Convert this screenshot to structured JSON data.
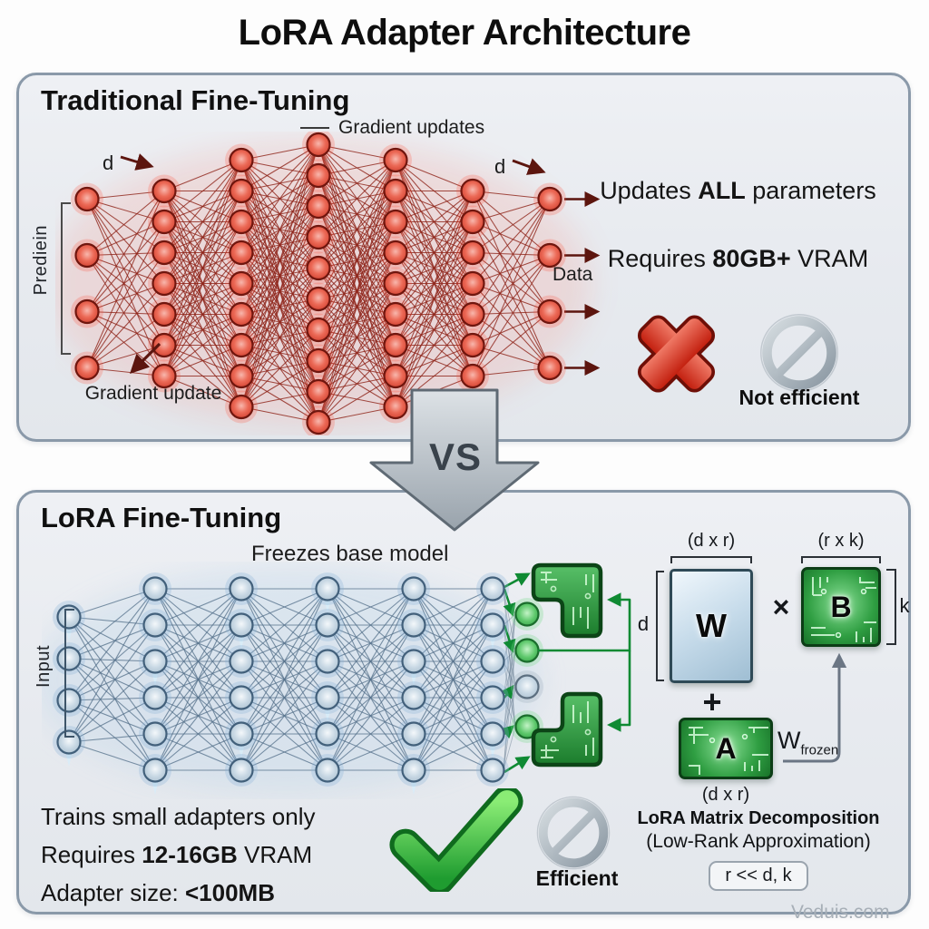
{
  "title": "LoRA Adapter Architecture",
  "vs_label": "VS",
  "watermark": "Veduis.com",
  "colors": {
    "red_edge": "#8e2318",
    "red_arrow": "#5c150e",
    "blue_edge": "#54708a",
    "green_arrow": "#0f8a33",
    "gray_arrow": "#6b7684",
    "panel_border": "#8a99a9",
    "accent_red": "#cf2b1c",
    "accent_green": "#28a03c"
  },
  "traditional": {
    "heading": "Traditional Fine-Tuning",
    "gradient_updates_label": "Gradient updates",
    "gradient_update_label": "Gradient update",
    "d_left": "d",
    "d_right": "d",
    "prediction_label": "Prediein",
    "data_label": "Data",
    "info1": {
      "pre": "Updates ",
      "bold": "ALL",
      "post": " parameters"
    },
    "info2": {
      "pre": "Requires ",
      "bold": "80GB+",
      "post": " VRAM"
    },
    "not_efficient_label": "Not efficient",
    "network": {
      "layers": [
        4,
        7,
        9,
        10,
        9,
        7,
        4
      ]
    }
  },
  "lora": {
    "heading": "LoRA Fine-Tuning",
    "freezes_label": "Freezes base model",
    "input_label": "Input",
    "efficient_label": "Efficient",
    "stat1": "Trains small adapters only",
    "stat2": {
      "pre": "Requires ",
      "bold": "12-16GB",
      "post": " VRAM"
    },
    "stat3": {
      "pre": "Adapter size: ",
      "bold": "<100MB",
      "post": ""
    },
    "network": {
      "layers": [
        4,
        6,
        6,
        6,
        6,
        6
      ],
      "adapter_nodes": [
        "green",
        "green",
        "gray",
        "green"
      ]
    },
    "decomposition": {
      "w_label": "W",
      "w_dims": "(d x r)",
      "d_label": "d",
      "times": "×",
      "b_label": "B",
      "b_dims": "(r x k)",
      "k_label": "k",
      "plus": "+",
      "a_label": "A",
      "a_dims": "(d x r)",
      "w_frozen_base": "W",
      "w_frozen_sub": "frozen",
      "title": "LoRA Matrix Decomposition",
      "subtitle": "(Low-Rank Approximation)",
      "rank_note": "r << d, k"
    }
  }
}
